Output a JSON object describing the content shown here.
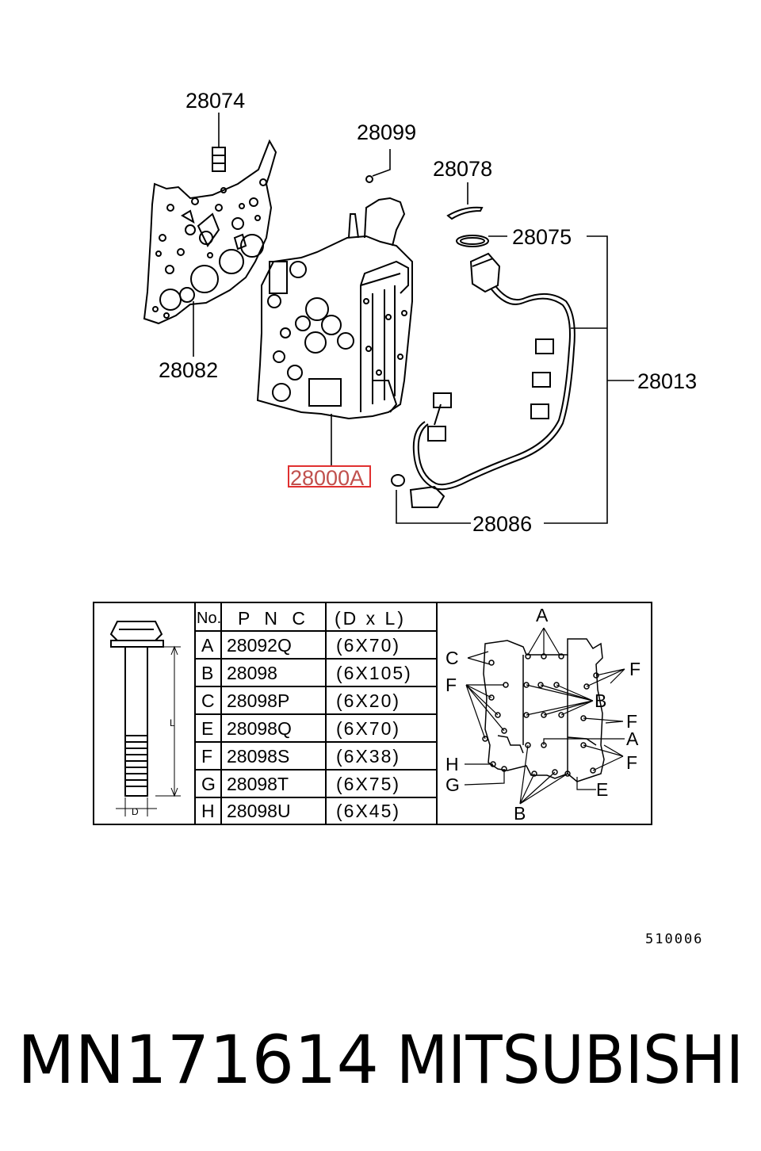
{
  "diagram": {
    "parts": {
      "gasket_connector": "28074",
      "gasket": "28082",
      "plug": "28099",
      "retainer_clip": "28078",
      "o_ring": "28075",
      "harness": "28013",
      "o_ring_small": "28086",
      "valve_body": "28000A"
    },
    "highlight_color": "#e03030"
  },
  "bolt_table": {
    "header_no": "No.",
    "header_pnc": "P N C",
    "header_size": "(D x L)",
    "rows": [
      {
        "no": "A",
        "pnc": "28092Q",
        "size": "(6X70)"
      },
      {
        "no": "B",
        "pnc": "28098",
        "size": "(6X105)"
      },
      {
        "no": "C",
        "pnc": "28098P",
        "size": "(6X20)"
      },
      {
        "no": "E",
        "pnc": "28098Q",
        "size": "(6X70)"
      },
      {
        "no": "F",
        "pnc": "28098S",
        "size": "(6X38)"
      },
      {
        "no": "G",
        "pnc": "28098T",
        "size": "(6X75)"
      },
      {
        "no": "H",
        "pnc": "28098U",
        "size": "(6X45)"
      }
    ],
    "bolt_length_label": "L",
    "bolt_diameter_label": "D",
    "layout_letters": {
      "a_top": "A",
      "c": "C",
      "f_left": "F",
      "f_right_top": "F",
      "b_mid": "B",
      "f_right_mid": "F",
      "a_right": "A",
      "f_right_low": "F",
      "h": "H",
      "g": "G",
      "e": "E",
      "b_bottom": "B"
    }
  },
  "illustration_code": "510006",
  "footer": {
    "part_number": "MN171614",
    "brand": "MITSUBISHI"
  }
}
